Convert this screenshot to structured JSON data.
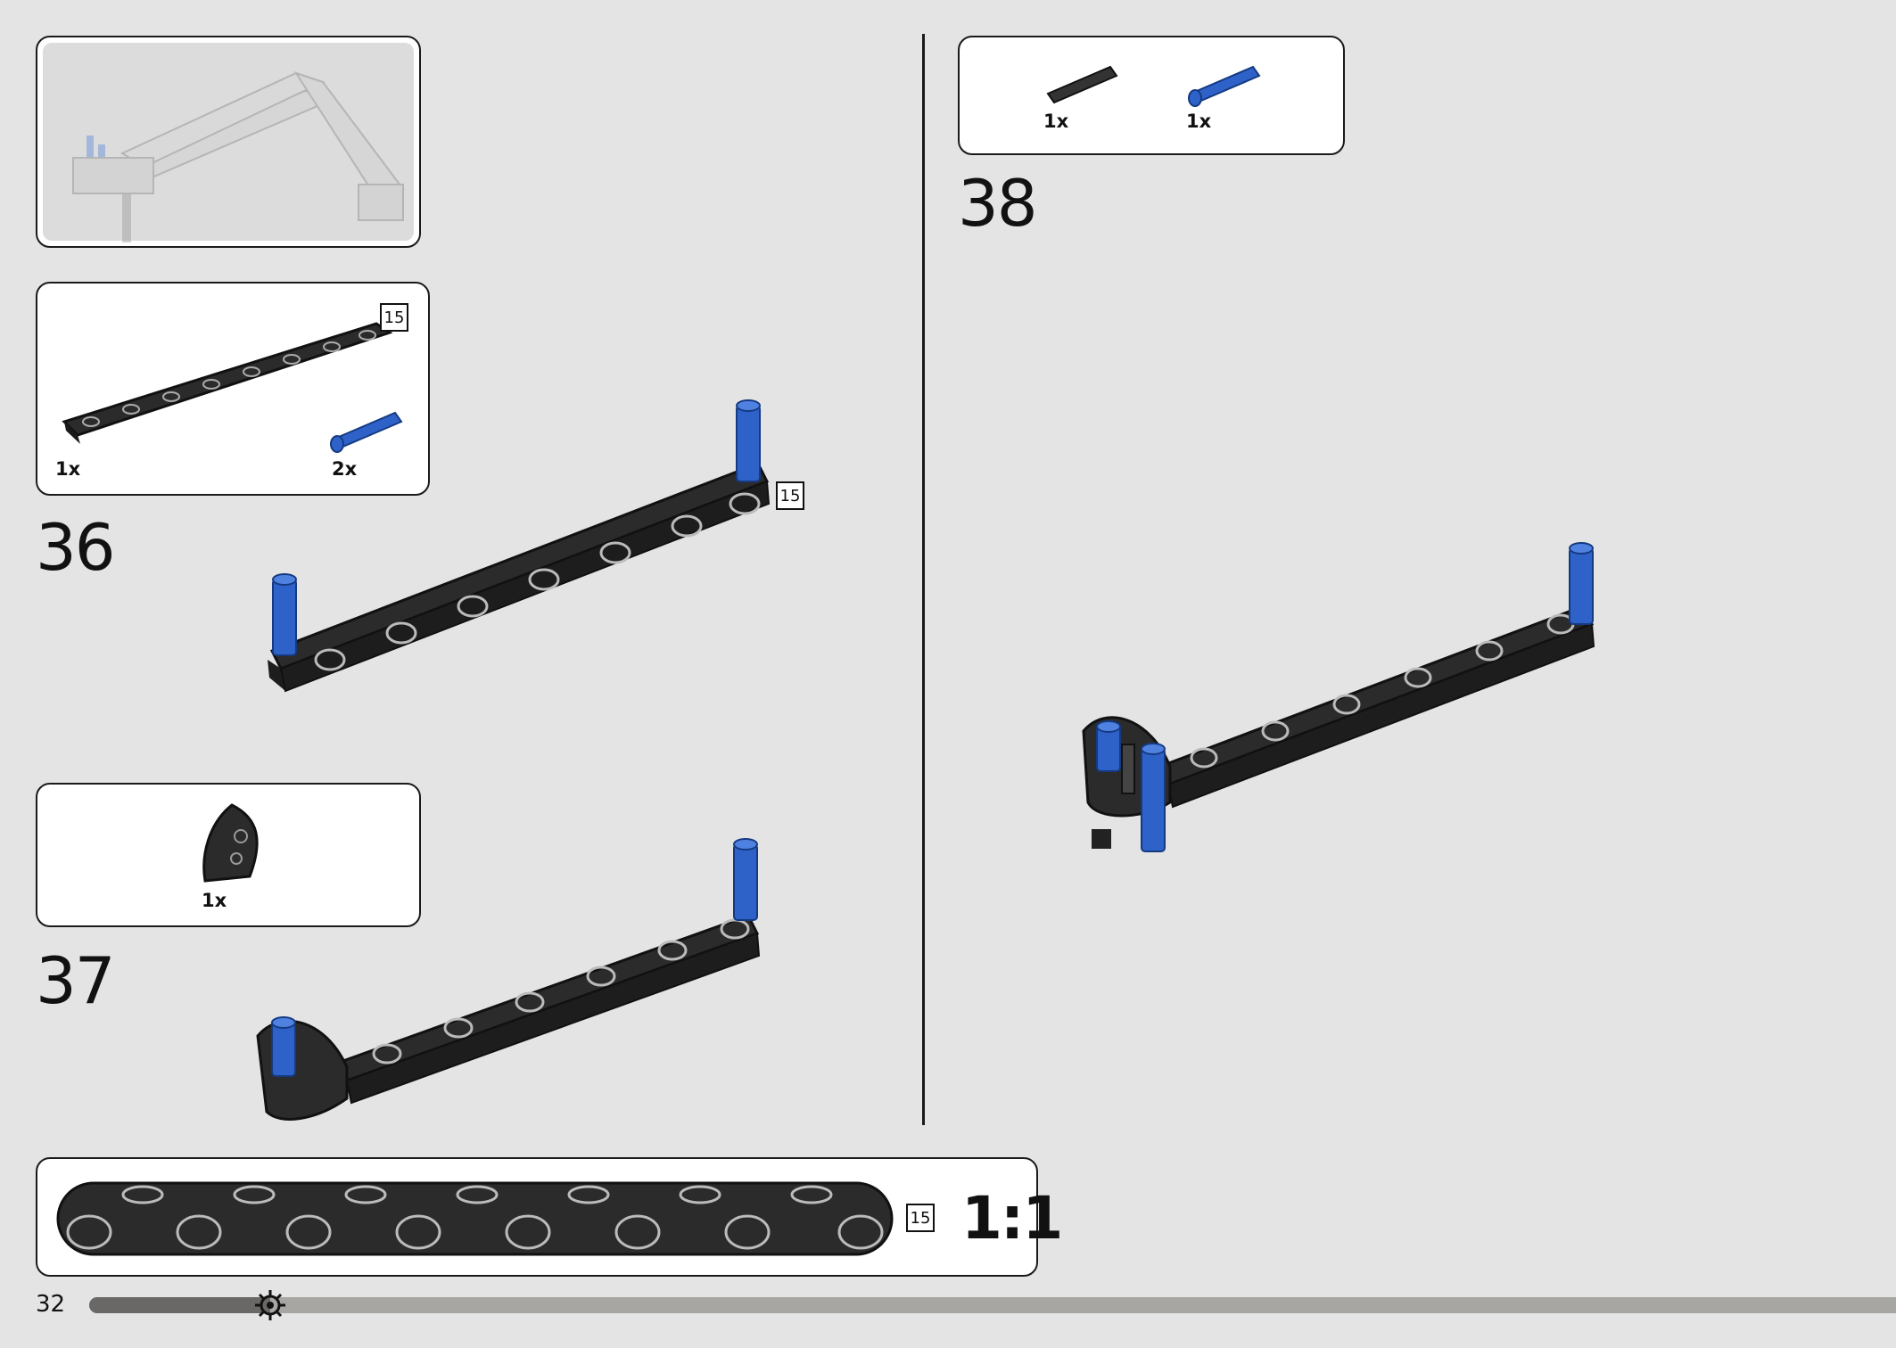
{
  "page_number": "32",
  "progress": 0.1,
  "colors": {
    "beam": "#2b2b2b",
    "pin_blue": "#2f62c9",
    "axle_black": "#333333"
  },
  "icons": [
    "gear-icon"
  ],
  "steps": [
    {
      "number": "36",
      "parts": [
        {
          "qty": "1x"
        },
        {
          "qty": "2x"
        }
      ],
      "beam_length": "15",
      "model_length": "15"
    },
    {
      "number": "37",
      "parts": [
        {
          "qty": "1x"
        }
      ]
    },
    {
      "number": "38",
      "parts": [
        {
          "qty": "1x"
        },
        {
          "qty": "1x"
        }
      ]
    }
  ],
  "scale_reference": {
    "label": "1:1",
    "length": "15"
  }
}
